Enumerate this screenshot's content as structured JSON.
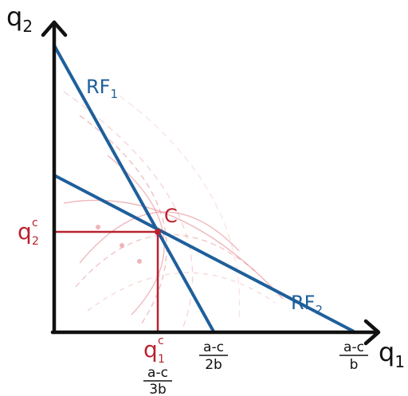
{
  "axes": {
    "y_label": "q",
    "y_sub": "2",
    "x_label": "q",
    "x_sub": "1"
  },
  "lines": {
    "rf1": {
      "label": "RF",
      "sub": "1"
    },
    "rf2": {
      "label": "RF",
      "sub": "2"
    }
  },
  "equilibrium": {
    "label": "C",
    "q1": {
      "label": "q",
      "sub": "1",
      "sup": "c"
    },
    "q2": {
      "label": "q",
      "sub": "2",
      "sup": "c"
    }
  },
  "ticks": {
    "t1": {
      "num": "a-c",
      "den": "3b"
    },
    "t2": {
      "num": "a-c",
      "den": "2b"
    },
    "t3": {
      "num": "a-c",
      "den": "b"
    }
  },
  "colors": {
    "axis": "#111111",
    "reaction": "#1f5f9b",
    "equilibrium": "#b8232f",
    "isoprofit": "#e2838a"
  }
}
